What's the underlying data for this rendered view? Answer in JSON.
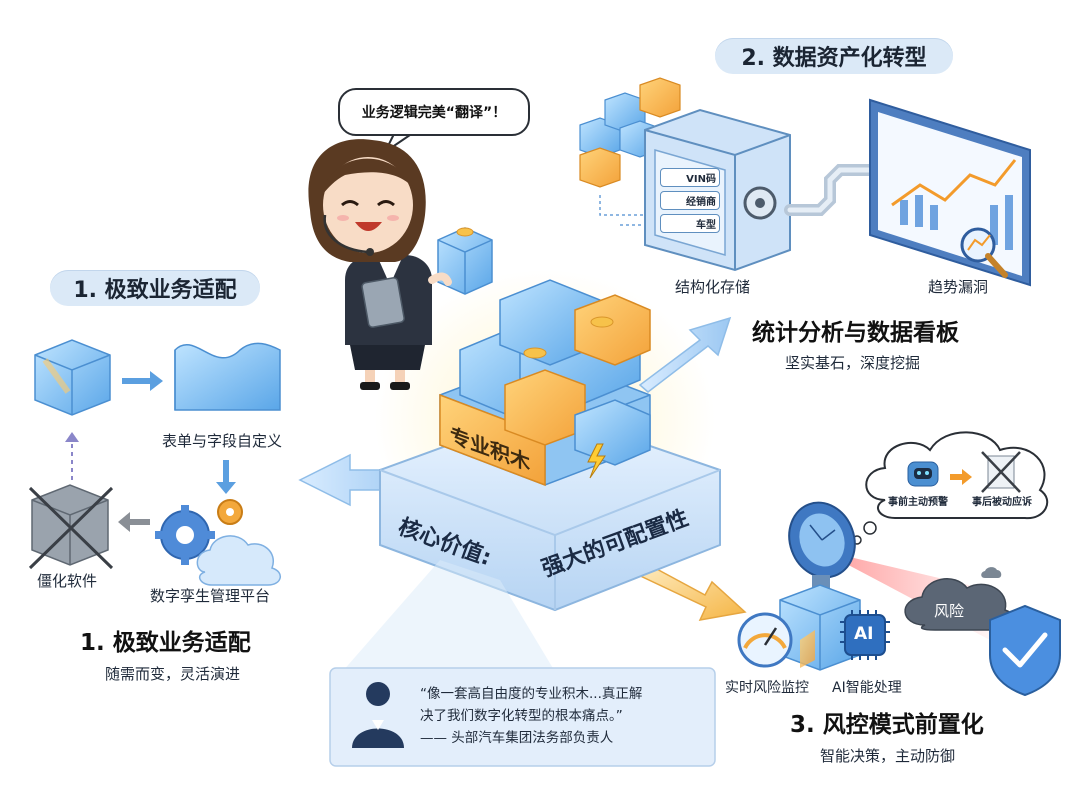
{
  "section1": {
    "pill": "1. 极致业务适配",
    "form_label": "表单与字段自定义",
    "legacy_label": "僵化软件",
    "platform_label": "数字孪生管理平台",
    "heading": "1. 极致业务适配",
    "subheading": "随需而变，灵活演进"
  },
  "section2": {
    "pill": "2. 数据资产化转型",
    "vault_labels": [
      "VIN码",
      "经销商",
      "车型"
    ],
    "storage_label": "结构化存储",
    "trend_label": "趋势漏洞",
    "heading": "统计分析与数据看板",
    "subheading": "坚实基石，深度挖掘"
  },
  "section3": {
    "cloud_left": "事前主动预警",
    "cloud_right": "事后被动应诉",
    "risk_cloud": "风险",
    "ai_chip": "AI",
    "monitor_label": "实时风险监控",
    "ai_label": "AI智能处理",
    "heading": "3. 风控模式前置化",
    "subheading": "智能决策，主动防御"
  },
  "center": {
    "speech": "业务逻辑完美“翻译”！",
    "block_label": "专业积木",
    "base_left": "核心价值:",
    "base_right": "强大的可配置性"
  },
  "quote": {
    "line1": "“像一套高自由度的专业积木...真正解",
    "line2": "决了我们数字化转型的根本痛点。”",
    "line3": "—— 头部汽车集团法务部负责人"
  }
}
